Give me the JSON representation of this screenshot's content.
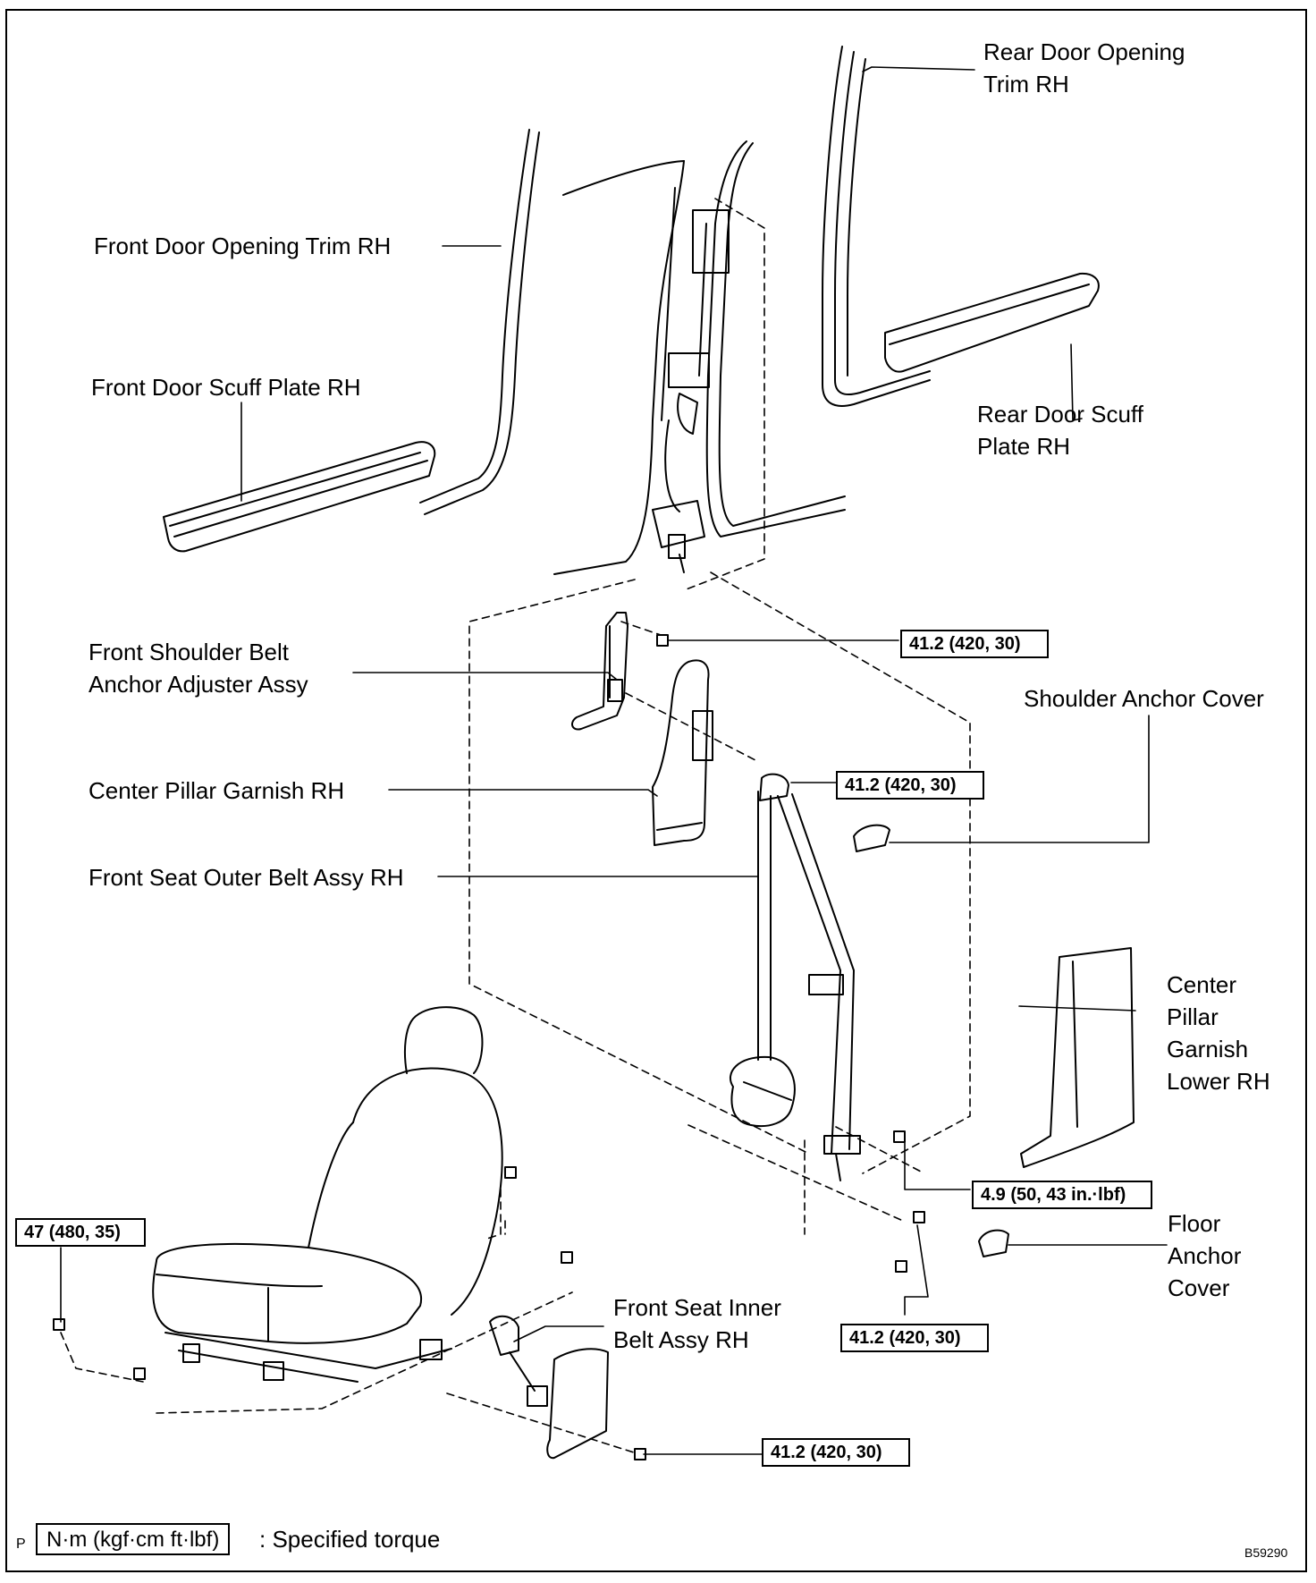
{
  "labels": {
    "rear_door_opening_trim": "Rear Door Opening\nTrim RH",
    "front_door_opening_trim": "Front Door Opening Trim RH",
    "front_door_scuff_plate": "Front Door Scuff Plate RH",
    "rear_door_scuff_plate": "Rear Door Scuff\nPlate RH",
    "front_shoulder_belt_adjuster": "Front Shoulder Belt\nAnchor Adjuster Assy",
    "center_pillar_garnish": "Center Pillar Garnish RH",
    "front_seat_outer_belt": "Front Seat Outer Belt Assy RH",
    "shoulder_anchor_cover": "Shoulder Anchor Cover",
    "center_pillar_garnish_lower": "Center\nPillar\nGarnish\nLower RH",
    "floor_anchor_cover": "Floor\nAnchor\nCover",
    "front_seat_inner_belt": "Front Seat Inner\nBelt Assy RH"
  },
  "torques": {
    "adjuster_bolt": "41.2 (420, 30)",
    "shoulder_anchor_bolt": "41.2 (420, 30)",
    "lower_mid_bolt": "4.9 (50, 43 in.·lbf)",
    "floor_anchor_bolts": "41.2 (420, 30)",
    "inner_belt_bolt": "41.2 (420, 30)",
    "seat_bolts": "47 (480, 35)"
  },
  "legend": {
    "unit_box": "N·m (kgf·cm ft·lbf)",
    "text": ": Specified torque"
  },
  "corner_letter": "P",
  "figure_code": "B59290"
}
